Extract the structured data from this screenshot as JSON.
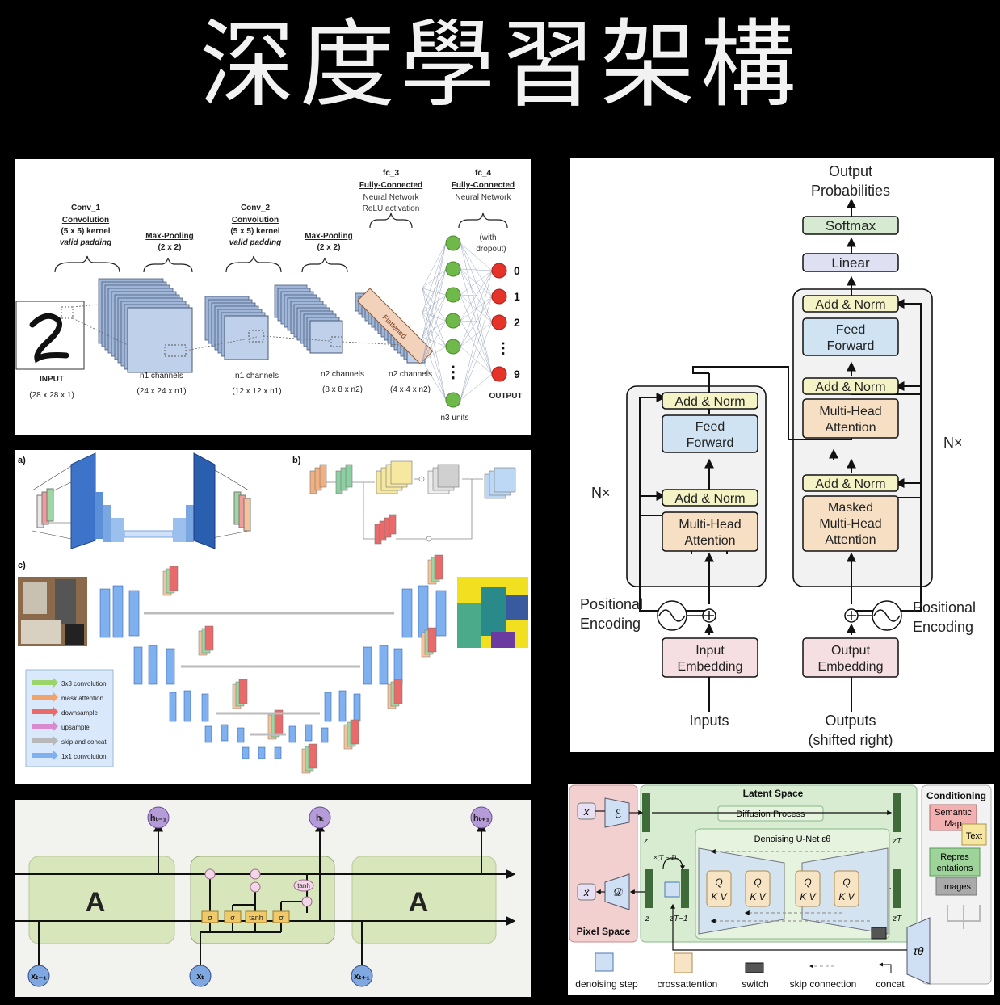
{
  "title": "深度學習架構",
  "cnn": {
    "conv1": [
      "Conv_1",
      "Convolution",
      "(5 x 5) kernel",
      "valid padding"
    ],
    "pool1": [
      "Max-Pooling",
      "(2 x 2)"
    ],
    "conv2": [
      "Conv_2",
      "Convolution",
      "(5 x 5) kernel",
      "valid padding"
    ],
    "pool2": [
      "Max-Pooling",
      "(2 x 2)"
    ],
    "fc3": [
      "fc_3",
      "Fully-Connected",
      "Neural Network",
      "ReLU activation"
    ],
    "fc4": [
      "fc_4",
      "Fully-Connected",
      "Neural Network"
    ],
    "dropout": [
      "(with",
      "dropout)"
    ],
    "flattened": "Flattened",
    "outputs": [
      "0",
      "1",
      "2",
      "⋮",
      "9"
    ],
    "input_label": "INPUT",
    "input_dim": "(28 x 28 x 1)",
    "ch1": "n1 channels",
    "ch1_dim": "(24 x 24 x n1)",
    "ch2": "n1 channels",
    "ch2_dim": "(12 x 12 x n1)",
    "ch3": "n2 channels",
    "ch3_dim": "(8 x 8 x n2)",
    "ch4": "n2 channels",
    "ch4_dim": "(4 x 4 x n2)",
    "n3": "n3 units",
    "output_label": "OUTPUT"
  },
  "unet": {
    "label_a": "a)",
    "label_b": "b)",
    "label_c": "c)",
    "legend": [
      {
        "label": "3x3 convolution",
        "color": "#9ad46a"
      },
      {
        "label": "mask attention",
        "color": "#f0a46a"
      },
      {
        "label": "downsample",
        "color": "#e86a6a"
      },
      {
        "label": "upsample",
        "color": "#d98ad0"
      },
      {
        "label": "skip and concat",
        "color": "#b8b8b8"
      },
      {
        "label": "1x1 convolution",
        "color": "#7fb0ef"
      }
    ]
  },
  "lstm": {
    "cell_label": "A",
    "gates": [
      "σ",
      "σ",
      "tanh",
      "σ"
    ],
    "top_tanh": "tanh",
    "h_left": "hₜ₋₁",
    "h_mid": "hₜ",
    "h_right": "hₜ₊₁",
    "x_left": "xₜ₋₁",
    "x_mid": "xₜ",
    "x_right": "xₜ₊₁"
  },
  "transformer": {
    "output_probs": [
      "Output",
      "Probabilities"
    ],
    "softmax": "Softmax",
    "linear": "Linear",
    "add_norm": "Add & Norm",
    "feed_forward": [
      "Feed",
      "Forward"
    ],
    "mha": [
      "Multi-Head",
      "Attention"
    ],
    "masked_mha": [
      "Masked",
      "Multi-Head",
      "Attention"
    ],
    "nx": "N×",
    "pos_enc": [
      "Positional",
      "Encoding"
    ],
    "input_emb": [
      "Input",
      "Embedding"
    ],
    "output_emb": [
      "Output",
      "Embedding"
    ],
    "inputs": "Inputs",
    "outputs": [
      "Outputs",
      "(shifted right)"
    ]
  },
  "ldm": {
    "latent_space": "Latent Space",
    "conditioning": "Conditioning",
    "diffusion_process": "Diffusion Process",
    "denoising_unet": "Denoising U-Net εθ",
    "pixel_space": "Pixel Space",
    "x": "x",
    "x_tilde": "x̃",
    "encoder": "ℰ",
    "decoder": "𝒟",
    "z": "z",
    "z_t": "zT",
    "z_t1": "zT−1",
    "times": "×(T − 1)",
    "qkv": [
      "Q",
      "K V"
    ],
    "semantic_map": [
      "Semantic",
      "Map"
    ],
    "text": "Text",
    "representations": [
      "Repres",
      "entations"
    ],
    "images": "Images",
    "tau": "τθ",
    "legend": [
      "denoising step",
      "crossattention",
      "switch",
      "skip connection",
      "concat"
    ]
  }
}
